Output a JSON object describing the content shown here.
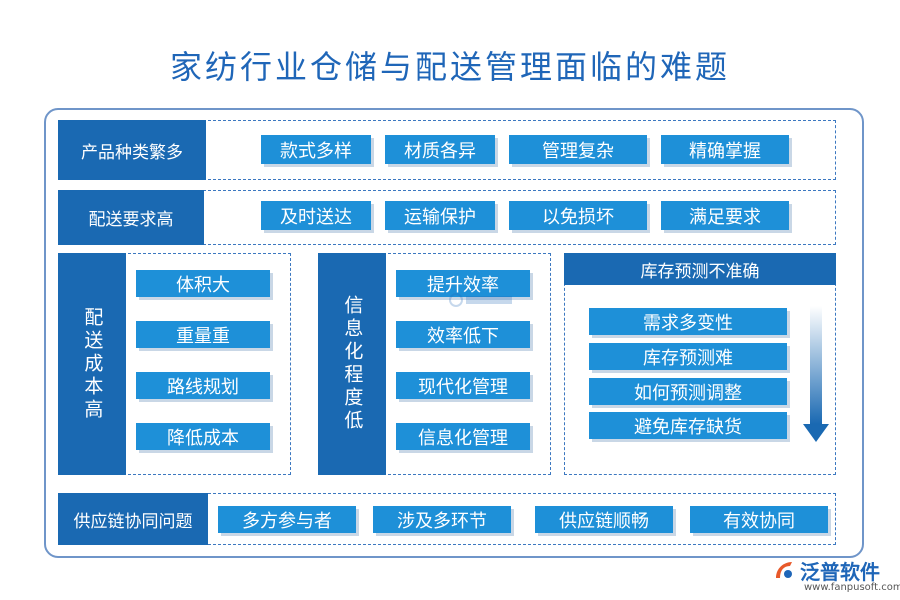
{
  "title": "家纺行业仓储与配送管理面临的难题",
  "rows": {
    "product": {
      "header": "产品种类繁多",
      "tags": [
        "款式多样",
        "材质各异",
        "管理复杂",
        "精确掌握"
      ]
    },
    "delivery": {
      "header": "配送要求高",
      "tags": [
        "及时送达",
        "运输保护",
        "以免损坏",
        "满足要求"
      ]
    },
    "cost": {
      "header": "配送成本高",
      "tags": [
        "体积大",
        "重量重",
        "路线规划",
        "降低成本"
      ]
    },
    "info": {
      "header": "信息化程度低",
      "tags": [
        "提升效率",
        "效率低下",
        "现代化管理",
        "信息化管理"
      ]
    },
    "forecast": {
      "header": "库存预测不准确",
      "tags": [
        "需求多变性",
        "库存预测难",
        "如何预测调整",
        "避免库存缺货"
      ]
    },
    "supply": {
      "header": "供应链协同问题",
      "tags": [
        "多方参与者",
        "涉及多环节",
        "供应链顺畅",
        "有效协同"
      ]
    }
  },
  "logo": {
    "name": "泛普软件",
    "url": "www.fanpusoft.com",
    "icon": "fanpu-logo-icon"
  },
  "colors": {
    "title": "#1f66b8",
    "header": "#1a69b2",
    "tag": "#1e90d8",
    "dash": "#3c78c0"
  }
}
